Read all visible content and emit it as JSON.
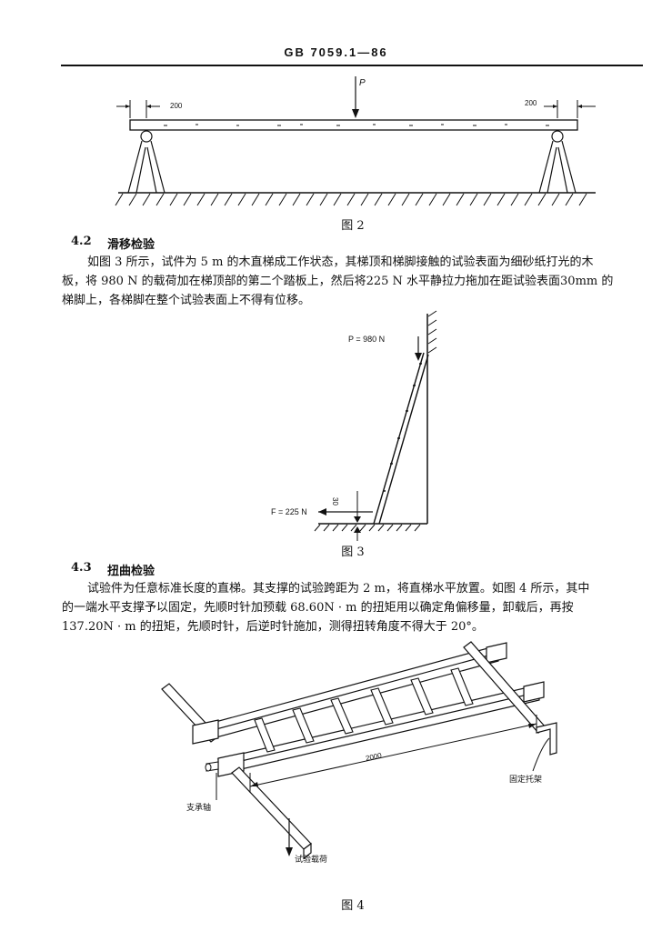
{
  "header": {
    "standard_code": "GB 7059.1—86"
  },
  "figure2": {
    "caption": "图 2",
    "load_label": "P",
    "dim_left": "200",
    "dim_right": "200"
  },
  "section_4_2": {
    "number": "4.2",
    "title": "滑移检验",
    "line1": "如图 3 所示，试件为 5 m 的木直梯成工作状态，其梯顶和梯脚接触的试验表面为细砂纸打光的木",
    "line2": "板，将 980 N 的载荷加在梯顶部的第二个踏板上，然后将225 N 水平静拉力拖加在距试验表面30mm 的",
    "line3": "梯脚上，各梯脚在整个试验表面上不得有位移。"
  },
  "figure3": {
    "caption": "图 3",
    "load_label": "P = 980 N",
    "force_label": "F = 225 N",
    "dim_label": "30"
  },
  "section_4_3": {
    "number": "4.3",
    "title": "扭曲检验",
    "line1": "试验件为任意标准长度的直梯。其支撑的试验跨距为 2 m，将直梯水平放置。如图 4 所示，其中",
    "line2": "的一端水平支撑予以固定，先顺时针加预载 68.60N · m 的扭矩用以确定角偏移量，卸载后，再按",
    "line3": "137.20N · m 的扭矩，先顺时针，后逆时针施加，测得扭转角度不得大于 20°。"
  },
  "figure4": {
    "caption": "图 4",
    "span_label": "2000",
    "support_axis_label": "支承轴",
    "fixed_bracket_label": "固定托架",
    "test_load_label": "试验载荷"
  }
}
